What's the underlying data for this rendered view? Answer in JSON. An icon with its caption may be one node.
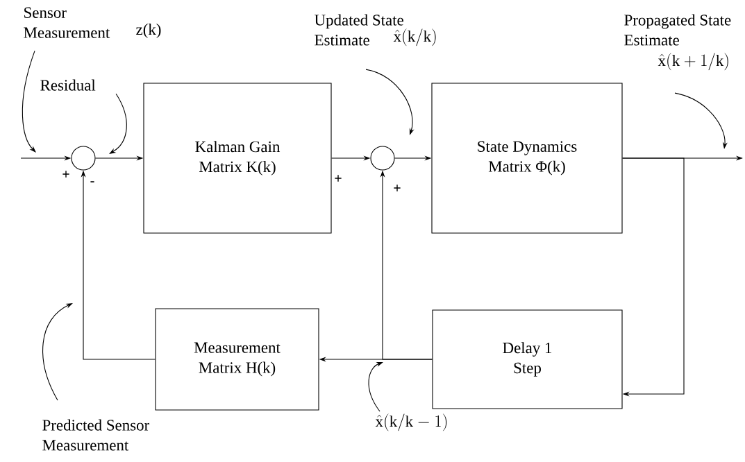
{
  "diagram": {
    "nodes": [
      {
        "text": [],
        "shape": "circle"
      },
      {
        "text": [
          "Kalman Gain Matrix K(k)"
        ]
      },
      {
        "text": [],
        "shape": "circle"
      },
      {
        "text": [
          "State Dynamics Matrix Φ(k)"
        ]
      },
      {
        "text": [
          "Measurement Matrix H(k)"
        ]
      },
      {
        "text": [
          "Delay 1 Step"
        ]
      },
      {
        "text": [
          "Sensor Measurement",
          "z(k)"
        ]
      },
      {
        "text": [
          "Residual"
        ]
      },
      {
        "text": [
          "Updated State Estimate",
          "\\hat{\\mathrm{x}}(\\mathrm{k}/\\mathrm{k})"
        ]
      },
      {
        "text": [
          "Propagated State Estimate",
          "\\hat{\\mathrm{x}}(\\mathrm{k}+1/\\mathrm{k})"
        ]
      },
      {
        "text": [
          "Predicted Sensor Measurement"
        ]
      },
      {
        "text": [
          "\\hat{\\mathrm{x}}(\\mathrm{k}/\\mathrm{k}-1)"
        ]
      }
    ],
    "edges": [
      {
        "from": null,
        "to": 0,
        "arrow": "to"
      },
      {
        "from": 0,
        "to": 1,
        "arrow": "to"
      },
      {
        "from": 1,
        "to": 2,
        "arrow": "to"
      },
      {
        "from": 2,
        "to": 3,
        "arrow": "to"
      },
      {
        "from": 3,
        "to": null,
        "arrow": "to"
      },
      {
        "from": 3,
        "to": 5,
        "arrow": "to"
      },
      {
        "from": 5,
        "to": 4,
        "arrow": "to"
      },
      {
        "from": 5,
        "to": 2,
        "arrow": "to"
      },
      {
        "from": 4,
        "to": 0,
        "arrow": "to"
      },
      {
        "from": 6,
        "to": null,
        "arrow": "to"
      },
      {
        "from": 7,
        "to": null,
        "arrow": "to"
      },
      {
        "from": 8,
        "to": null,
        "arrow": "to"
      },
      {
        "from": 9,
        "to": null,
        "arrow": "to"
      },
      {
        "from": 10,
        "to": null,
        "arrow": "to"
      },
      {
        "from": 11,
        "to": null,
        "arrow": "to"
      }
    ],
    "labels": [
      "+",
      "-",
      "+",
      "+"
    ]
  }
}
